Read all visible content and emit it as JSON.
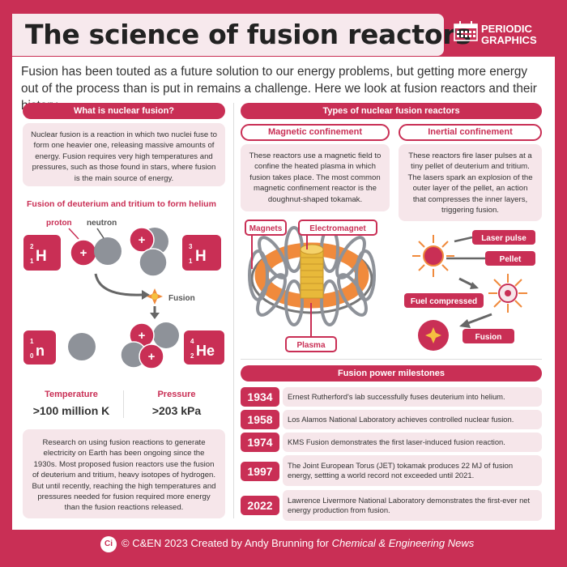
{
  "header": {
    "title": "The science of fusion reactors",
    "logo_line1": "PERIODIC",
    "logo_line2": "GRAPHICS"
  },
  "intro": "Fusion has been touted as a future solution to our energy problems, but getting more energy out of the process than is put in remains a challenge. Here we look at fusion reactors and their history.",
  "left": {
    "section_title": "What is nuclear fusion?",
    "definition": "Nuclear fusion is a reaction in which two nuclei fuse to form one heavier one, releasing massive amounts of energy. Fusion requires very high temperatures and pressures, such as those found in stars, where fusion is the main source of energy.",
    "diagram_title": "Fusion of deuterium and tritium to form helium",
    "proton_label": "proton",
    "neutron_label": "neutron",
    "fusion_label": "Fusion",
    "deuterium": {
      "symbol": "H",
      "mass": "2",
      "atomic": "1"
    },
    "tritium": {
      "symbol": "H",
      "mass": "3",
      "atomic": "1"
    },
    "neutron": {
      "symbol": "n",
      "mass": "1",
      "atomic": "0"
    },
    "helium": {
      "symbol": "He",
      "mass": "4",
      "atomic": "2"
    },
    "plus": "+",
    "temperature_label": "Temperature",
    "temperature_value": ">100 million K",
    "pressure_label": "Pressure",
    "pressure_value": ">203 kPa",
    "research": "Research on using fusion reactions to generate electricity on Earth has been ongoing since the 1930s. Most proposed fusion reactors use the fusion of deuterium and tritium, heavy isotopes of hydrogen. But until recently, reaching the high temperatures and pressures needed for fusion required more energy than the fusion reactions released."
  },
  "right": {
    "section_title": "Types of nuclear fusion reactors",
    "magnetic": {
      "title": "Magnetic confinement",
      "text": "These reactors use a magnetic field to confine the heated plasma in which fusion takes place. The most common magnetic confinement reactor is the doughnut-shaped tokamak.",
      "magnets_label": "Magnets",
      "electromagnet_label": "Electromagnet",
      "plasma_label": "Plasma"
    },
    "inertial": {
      "title": "Inertial confinement",
      "text": "These reactors fire laser pulses at a tiny pellet of deuterium and tritium. The lasers spark an explosion of the outer layer of the pellet, an action that compresses the inner layers, triggering fusion.",
      "laser_label": "Laser pulse",
      "pellet_label": "Pellet",
      "compressed_label": "Fuel compressed",
      "fusion_label": "Fusion"
    },
    "milestones_title": "Fusion power milestones",
    "milestones": [
      {
        "year": "1934",
        "text": "Ernest Rutherford's lab successfully fuses deuterium into helium."
      },
      {
        "year": "1958",
        "text": "Los Alamos National Laboratory achieves controlled nuclear fusion."
      },
      {
        "year": "1974",
        "text": "KMS Fusion demonstrates the first laser-induced fusion reaction."
      },
      {
        "year": "1997",
        "text": "The Joint European Torus (JET) tokamak produces 22 MJ of fusion energy, settting a world record not exceeded until 2021."
      },
      {
        "year": "2022",
        "text": "Lawrence Livermore National Laboratory demonstrates the first-ever net energy production from fusion."
      }
    ]
  },
  "footer": {
    "ci": "Ci",
    "credit": "© C&EN 2023 Created by Andy Brunning for ",
    "publication": "Chemical & Engineering News"
  },
  "colors": {
    "accent": "#c92f55",
    "pink": "#f6e6ea",
    "neutron": "#8e9299",
    "torus": "#f08a3c",
    "coil": "#e8b93a"
  }
}
